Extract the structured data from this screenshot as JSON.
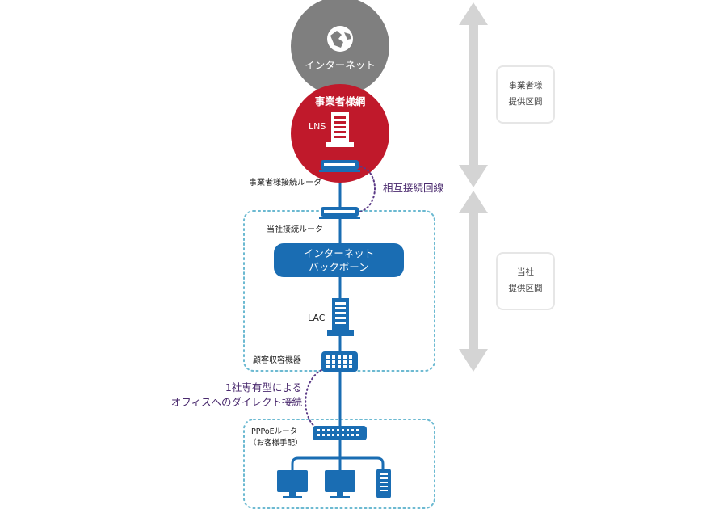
{
  "internet": {
    "label": "インターネット",
    "icon": "globe-icon"
  },
  "provider": {
    "title": "事業者様網",
    "lns": "LNS",
    "icon": "server-tower-icon"
  },
  "routers": {
    "provider_router": "事業者様接続ルータ",
    "our_router": "当社接続ルータ"
  },
  "interconnect": {
    "label": "相互接続回線"
  },
  "backbone": {
    "line1": "インターネット",
    "line2": "バックボーン"
  },
  "lac": {
    "label": "LAC"
  },
  "customer_equipment": {
    "label": "顧客収容機器"
  },
  "dedicated_line": {
    "line1": "1社専有型による",
    "line2": "オフィスへのダイレクト接続"
  },
  "pppoe": {
    "line1": "PPPoEルータ",
    "line2": "（お客様手配）"
  },
  "zones": {
    "provider_zone": {
      "line1": "事業者様",
      "line2": "提供区間"
    },
    "our_zone": {
      "line1": "当社",
      "line2": "提供区間"
    }
  },
  "colors": {
    "internet_grey": "#7f7f7f",
    "provider_red": "#c0192b",
    "blue": "#1a6db3",
    "dotted_teal": "#6bb9d1",
    "purple_dots": "#5b3a86",
    "arrow_grey": "#d4d4d4"
  }
}
